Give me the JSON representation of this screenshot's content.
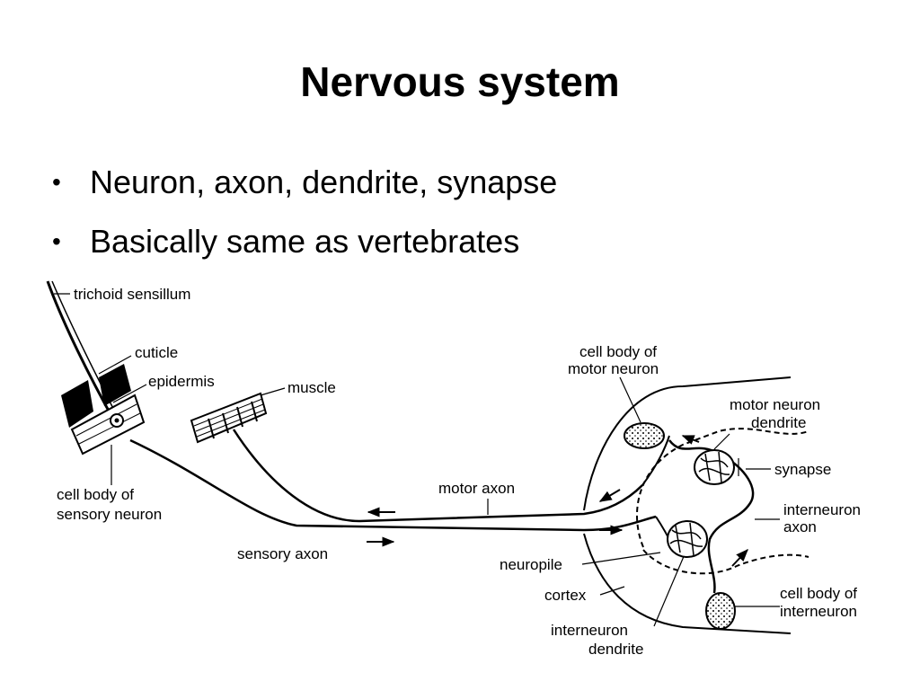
{
  "slide": {
    "title": "Nervous system",
    "bullets": [
      "Neuron, axon, dendrite, synapse",
      "Basically same as vertebrates"
    ]
  },
  "diagram": {
    "labels": {
      "trichoid_sensillum": "trichoid sensillum",
      "cuticle": "cuticle",
      "epidermis": "epidermis",
      "muscle": "muscle",
      "cell_body_sensory_1": "cell body of",
      "cell_body_sensory_2": "sensory neuron",
      "motor_axon": "motor axon",
      "sensory_axon": "sensory axon",
      "cell_body_motor_1": "cell body of",
      "cell_body_motor_2": "motor neuron",
      "motor_dendrite_1": "motor neuron",
      "motor_dendrite_2": "dendrite",
      "synapse": "synapse",
      "interneuron_axon_1": "interneuron",
      "interneuron_axon_2": "axon",
      "neuropile": "neuropile",
      "cortex": "cortex",
      "cell_body_inter_1": "cell body of",
      "cell_body_inter_2": "interneuron",
      "interneuron_dendrite_1": "interneuron",
      "interneuron_dendrite_2": "dendrite"
    }
  }
}
